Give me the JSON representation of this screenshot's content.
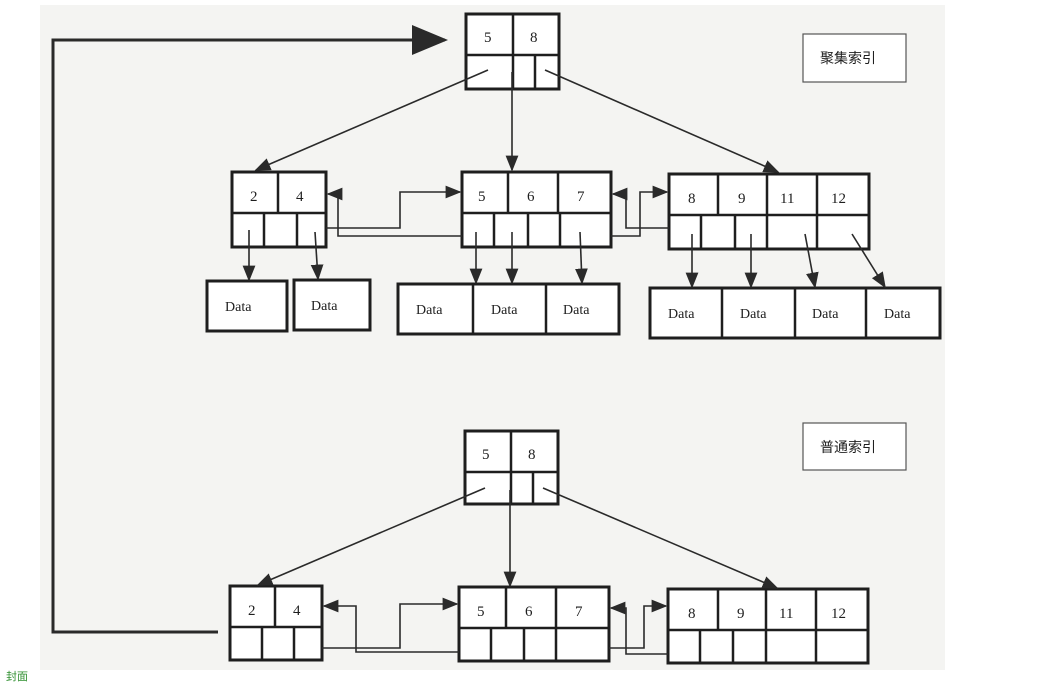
{
  "diagram": {
    "clustered_label": "聚集索引",
    "normal_label": "普通索引",
    "footer_text": "封面",
    "clustered": {
      "root_keys": [
        "5",
        "8"
      ],
      "leaf_1_keys": [
        "2",
        "4"
      ],
      "leaf_2_keys": [
        "5",
        "6",
        "7"
      ],
      "leaf_3_keys": [
        "8",
        "9",
        "11",
        "12"
      ],
      "data_label": "Data"
    },
    "normal": {
      "root_keys": [
        "5",
        "8"
      ],
      "leaf_1_keys": [
        "2",
        "4"
      ],
      "leaf_2_keys": [
        "5",
        "6",
        "7"
      ],
      "leaf_3_keys": [
        "8",
        "9",
        "11",
        "12"
      ]
    }
  }
}
